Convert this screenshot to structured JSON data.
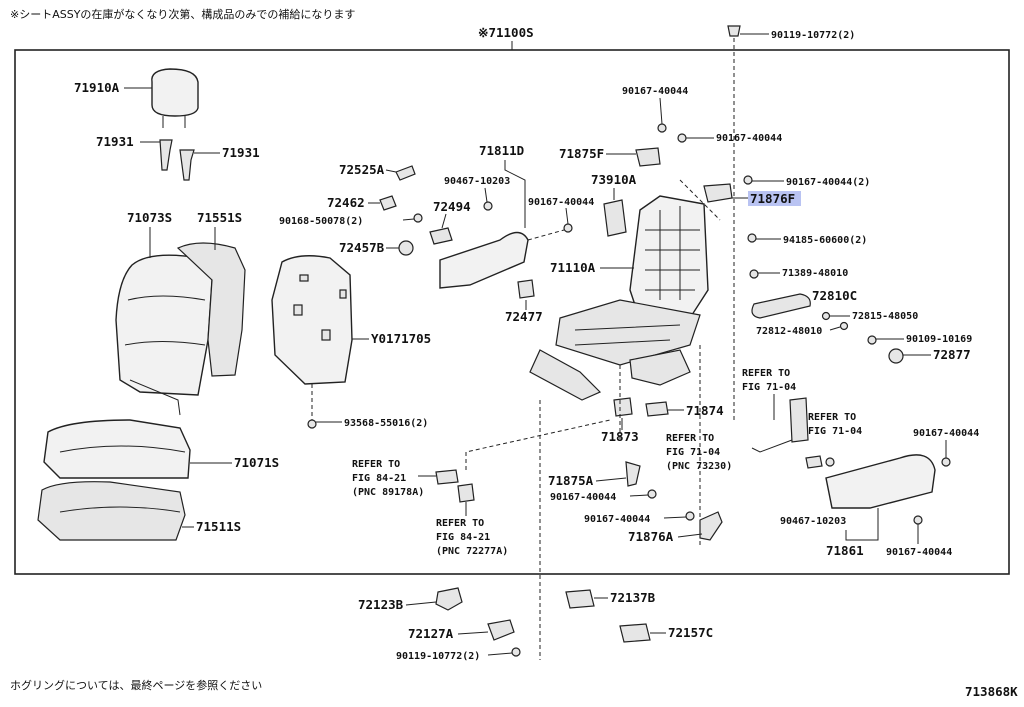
{
  "header_note": "※シートASSYの在庫がなくなり次第、構成品のみでの補給になります",
  "footer_note": "ホグリングについては、最終ページを参照ください",
  "diagram_code": "713868K",
  "assembly": "※71100S",
  "highlight_color": "#b9c3f2",
  "parts": {
    "p71910A": "71910A",
    "p71931a": "71931",
    "p71931b": "71931",
    "p71073S": "71073S",
    "p71551S": "71551S",
    "p71071S": "71071S",
    "p71511S": "71511S",
    "p72525A": "72525A",
    "p72462": "72462",
    "p90168": "90168-50078(2)",
    "p72494": "72494",
    "p72457B": "72457B",
    "pY0171705": "Y0171705",
    "p93568": "93568-55016(2)",
    "p71811D": "71811D",
    "p90467a": "90467-10203",
    "p90167a": "90167-40044",
    "p73910A": "73910A",
    "p72477": "72477",
    "p71875F": "71875F",
    "p90167top": "90167-40044",
    "p90167b": "90167-40044",
    "p90167c": "90167-40044(2)",
    "p71876F": "71876F",
    "p94185": "94185-60600(2)",
    "p71110A": "71110A",
    "p71389": "71389-48010",
    "p72810C": "72810C",
    "p72815": "72815-48050",
    "p72812": "72812-48010",
    "p90109": "90109-10169",
    "p72877": "72877",
    "p90119top": "90119-10772(2)",
    "p71874": "71874",
    "p71873": "71873",
    "p71875A": "71875A",
    "p90167d": "90167-40044",
    "p90167e": "90167-40044",
    "p71876A": "71876A",
    "p90167f": "90167-40044",
    "p90467b": "90467-10203",
    "p71861": "71861",
    "p90167g": "90167-40044",
    "p72123B": "72123B",
    "p72127A": "72127A",
    "p90119bot": "90119-10772(2)",
    "p72137B": "72137B",
    "p72157C": "72157C"
  },
  "refs": {
    "r1": [
      "REFER TO",
      "FIG 84-21",
      "(PNC 89178A)"
    ],
    "r2": [
      "REFER TO",
      "FIG 84-21",
      "(PNC 72277A)"
    ],
    "r3": [
      "REFER TO",
      "FIG 71-04"
    ],
    "r4": [
      "REFER TO",
      "FIG 71-04",
      "(PNC 73230)"
    ],
    "r5": [
      "REFER TO",
      "FIG 71-04"
    ]
  }
}
